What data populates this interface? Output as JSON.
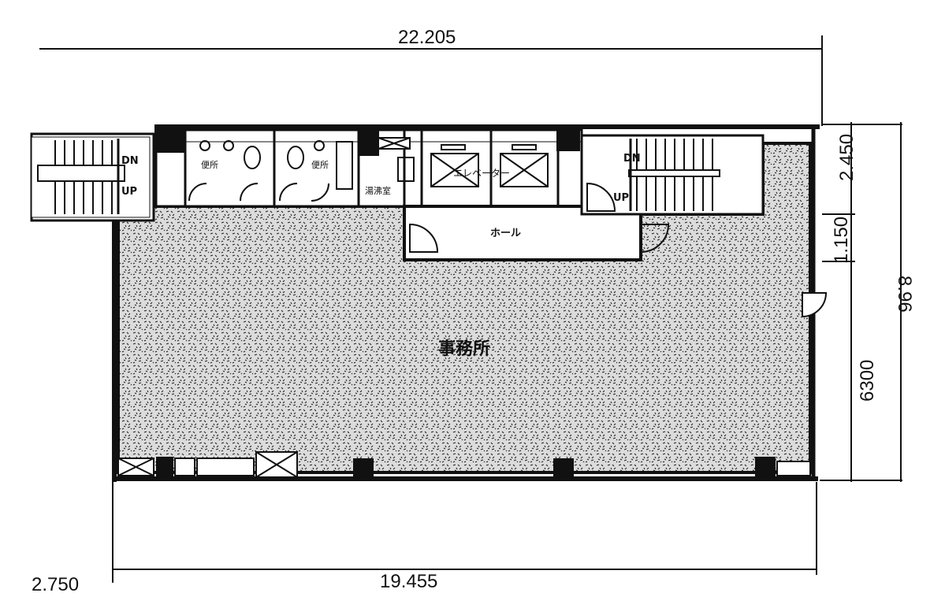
{
  "dimensions": {
    "top_width": "22.205",
    "bottom_width": "19.455",
    "bottom_left_offset": "2.750",
    "right_total": "8.96",
    "right_core_depth": "2.450",
    "right_hall_depth": "1.150",
    "right_office_depth": "6300"
  },
  "rooms": {
    "office": "事務所",
    "hall": "ホール",
    "elevator": "エレベーター",
    "toilet_left": "便所",
    "toilet_right": "便所",
    "kitchen": "湯沸室"
  },
  "stairs": {
    "left_down": "DN",
    "left_up": "UP",
    "right_down": "DN",
    "right_up": "UP"
  },
  "colors": {
    "ink": "#111111",
    "paper": "#ffffff",
    "office_fill": "#d9d9d9"
  }
}
